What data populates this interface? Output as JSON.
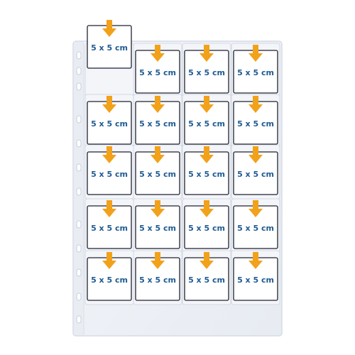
{
  "sheet": {
    "rows": 5,
    "cols": 4,
    "colors": {
      "sheet_fill": "#eef1f6",
      "sheet_edge": "#d6dce6",
      "pocket_fill": "#f3f5f9",
      "pocket_edge": "#d3d9e3",
      "card_fill": "#ffffff",
      "card_border": "#1f2330",
      "label_color": "#1f5b92",
      "arrow_color": "#f2a11a"
    }
  },
  "card": {
    "label": "5 x 5 cm"
  },
  "inserting_card": {
    "label": "5 x 5 cm"
  },
  "icons": {
    "arrow": "down-arrow-icon"
  }
}
